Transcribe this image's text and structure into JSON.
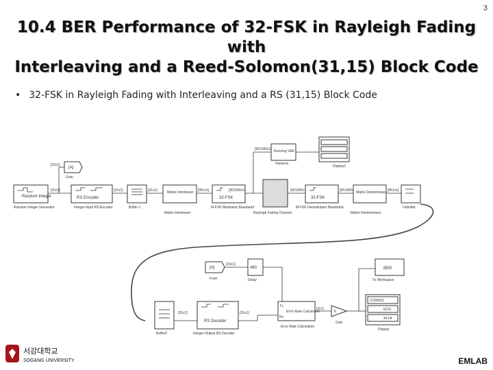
{
  "slide": {
    "number": "3",
    "title_line1": "10.4 BER Performance of 32-FSK in Rayleigh Fading with",
    "title_line2": "Interleaving and a Reed-Solomon(31,15) Block Code",
    "bullet": "32-FSK in Rayleigh Fading with Interleaving and a RS (31,15) Block Code",
    "footer": "EMLAB"
  },
  "logo": {
    "korean": "서강대학교",
    "english": "SOGANG UNIVERSITY"
  },
  "colors": {
    "title_shadow": "#aaaaaa",
    "block_stroke": "#333333",
    "loop": "#444444"
  },
  "diagram": {
    "blocks": {
      "random_int": {
        "name": "Random Integer Generator",
        "icon": "Random Integer",
        "port": "[15x1]"
      },
      "rs_encoder": {
        "name": "Integer-Input RS Encoder",
        "icon": "RS Encoder",
        "port": "[31x1]"
      },
      "buffer1": {
        "name": "Buffer 1",
        "port": "[31x1]"
      },
      "matrix_interleaver": {
        "name": "Matrix Interleaver",
        "icon": "Matrix Interleaver",
        "port": "[961x1]"
      },
      "mfsk_mod": {
        "name": "M-FSK Modulator Baseband",
        "icon": "32-FSK",
        "port": "[961000x1]"
      },
      "rayleigh": {
        "name": "Rayleigh Fading Channel",
        "port": "[961000x1]"
      },
      "mfsk_demod": {
        "name": "M-FSK Demodulator Baseband",
        "icon": "32-FSK",
        "port": "[961000x1]"
      },
      "matrix_deinterleaver": {
        "name": "Matrix Deinterleaver",
        "icon": "Matrix Deinterleaver",
        "port": "[961x1]"
      },
      "unbuffer": {
        "name": "Unbuffer"
      },
      "goto": {
        "name": "Goto",
        "tag": "[A]",
        "port": "[15x1]"
      },
      "running_var": {
        "name": "Variance",
        "icon": "Running VAR",
        "port": "[961000x1]"
      },
      "display1": {
        "name": "Display1"
      },
      "from": {
        "name": "From",
        "tag": "[A]",
        "port": "[15x1]"
      },
      "delay": {
        "name": "Delay",
        "icon": "480"
      },
      "to_workspace": {
        "name": "To Workspace",
        "icon": "BER"
      },
      "buffer2": {
        "name": "Buffer2",
        "port": "[31x1]"
      },
      "rs_decoder": {
        "name": "Integer-Output RS Decoder",
        "icon": "RS Decoder",
        "port": "[15x1]"
      },
      "error_rate": {
        "name": "Error Rate Calculation",
        "icon": "Error Rate Calculation",
        "tx": "Tx",
        "rx": "Rx",
        "port": "[3x1]"
      },
      "gain": {
        "name": "Gain",
        "icon": "K"
      },
      "display": {
        "name": "Display",
        "values": [
          "0.090202",
          "6215",
          "44.04"
        ]
      }
    }
  }
}
